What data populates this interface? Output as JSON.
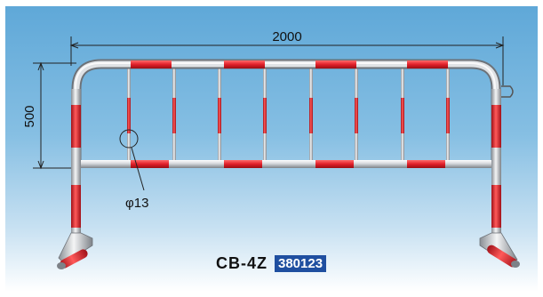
{
  "dimensions": {
    "width_label": "2000",
    "height_label": "500",
    "pipe_diameter_label": "φ13"
  },
  "product": {
    "model_code": "CB-4Z",
    "product_number": "380123"
  },
  "colors": {
    "background_top": "#5fa8d8",
    "pipe_silver": "#c9ccd0",
    "stripe_red": "#e0202a",
    "badge_blue": "#1f4fa0"
  }
}
